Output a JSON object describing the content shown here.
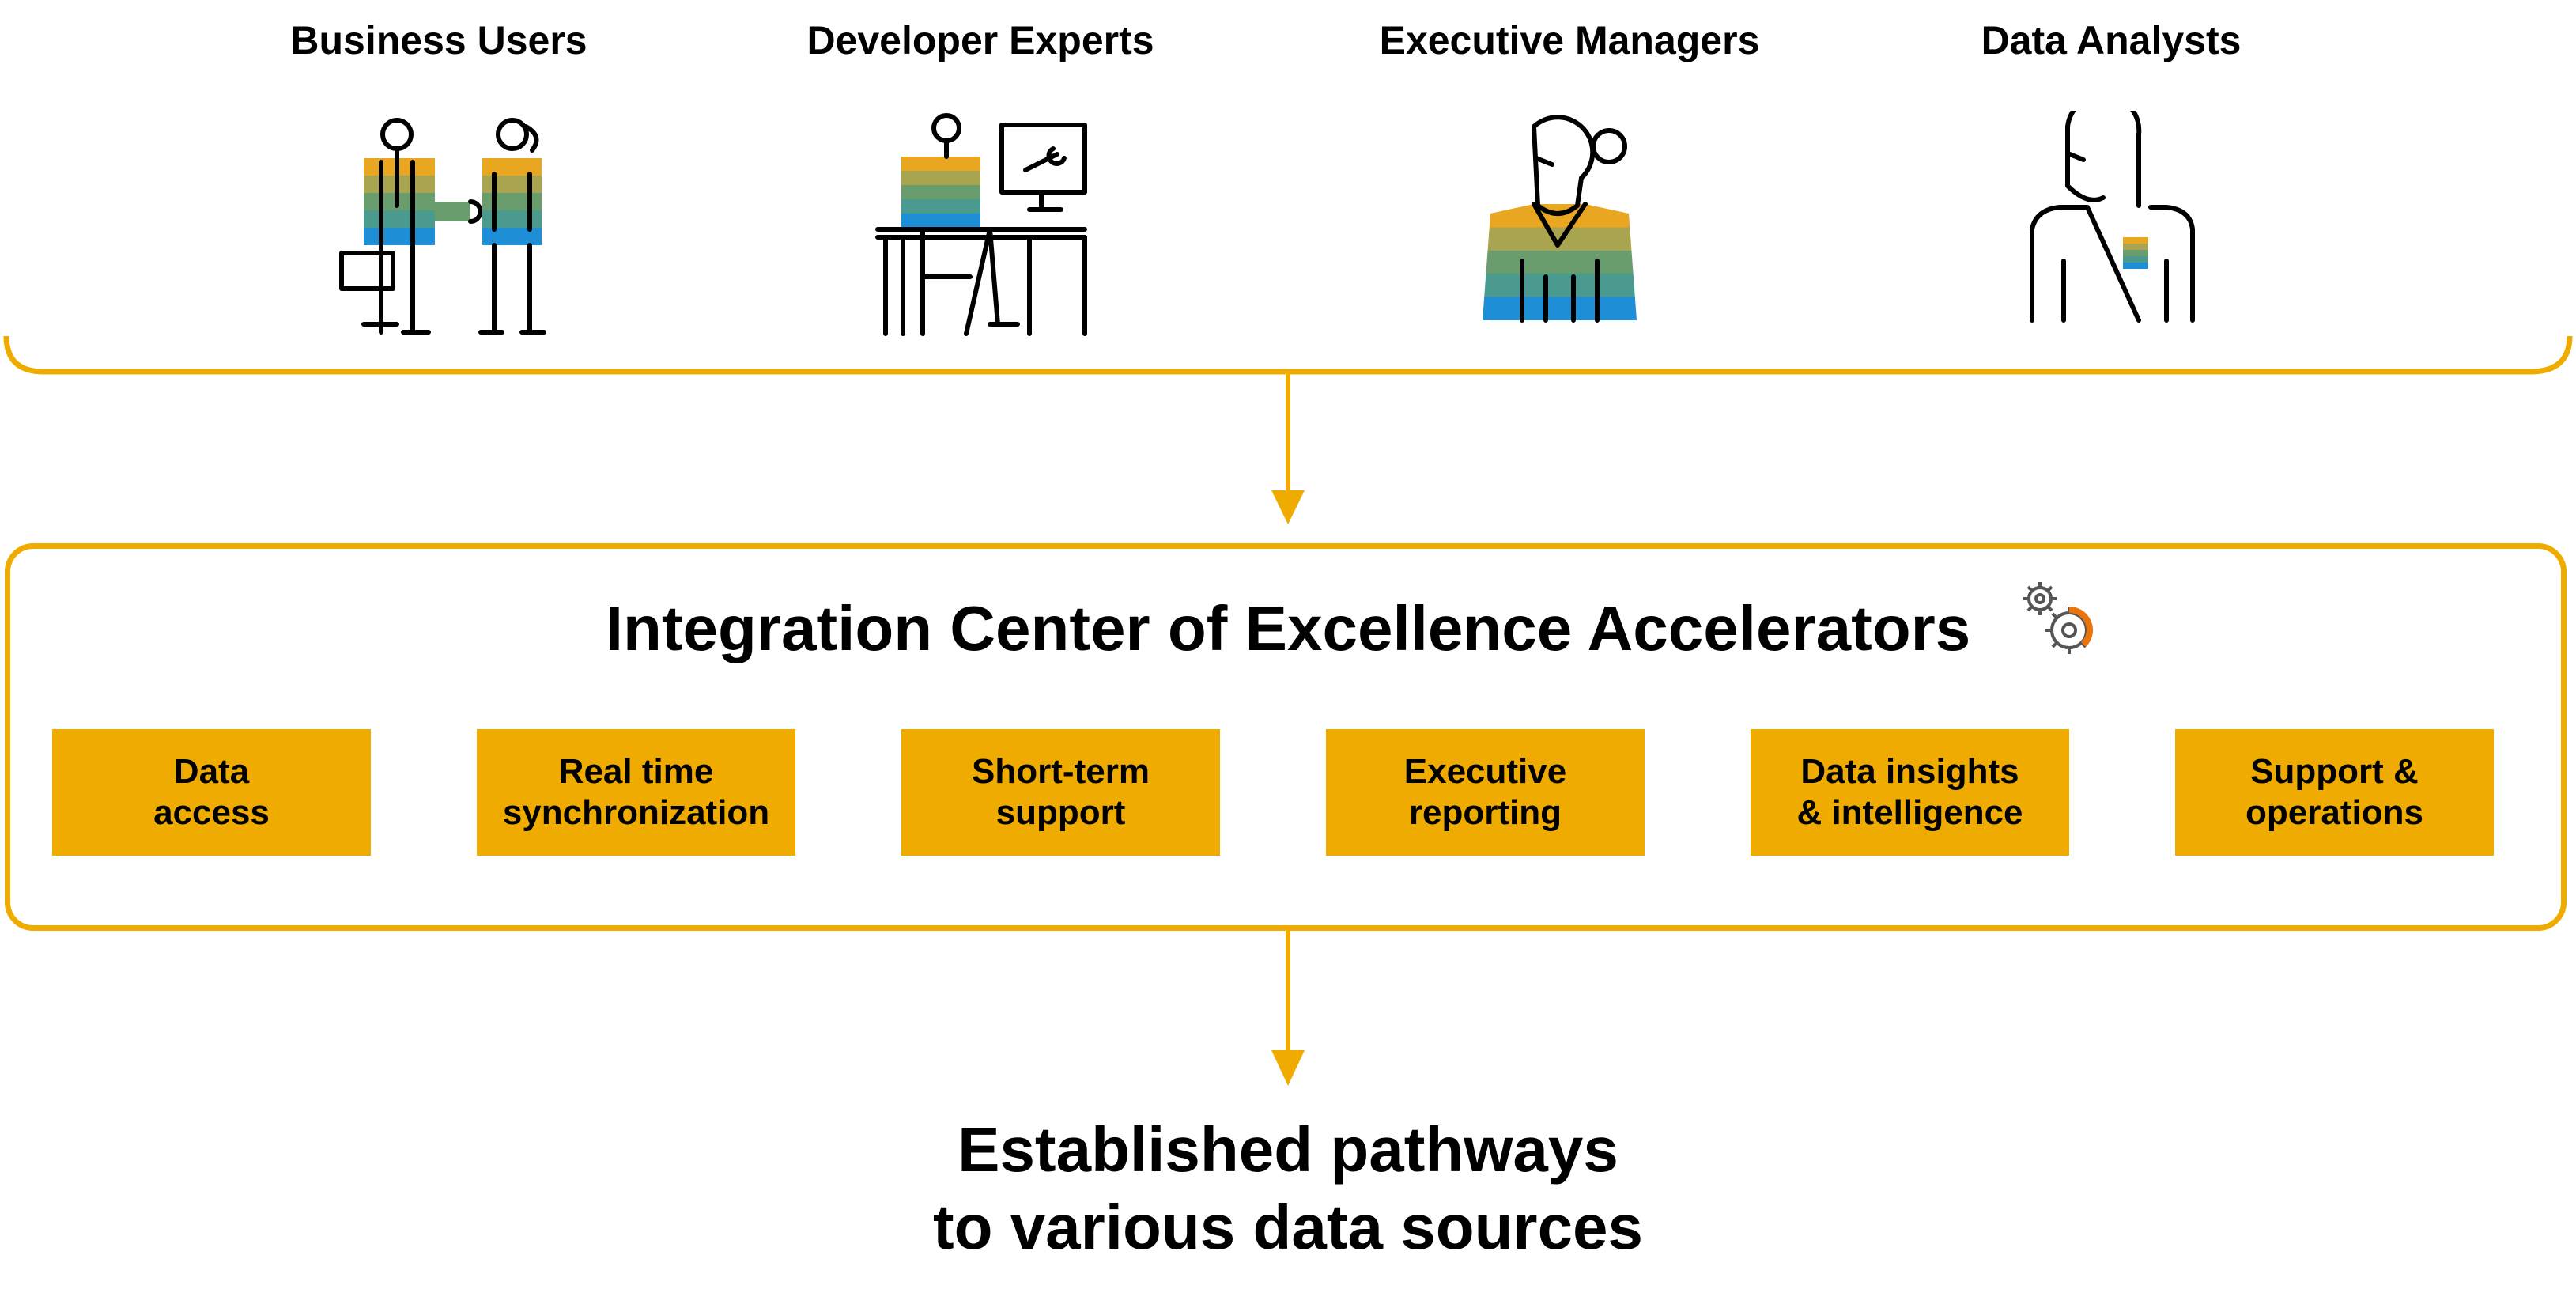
{
  "personas": [
    {
      "label": "Business Users",
      "icon": "business-users-icon"
    },
    {
      "label": "Developer Experts",
      "icon": "developer-expert-icon"
    },
    {
      "label": "Executive Managers",
      "icon": "executive-manager-icon"
    },
    {
      "label": "Data Analysts",
      "icon": "data-analyst-icon"
    }
  ],
  "coe": {
    "title": "Integration Center of Excellence Accelerators",
    "icon": "gears-icon",
    "accelerators": [
      {
        "label": "Data\naccess"
      },
      {
        "label": "Real time\nsynchronization"
      },
      {
        "label": "Short-term\nsupport"
      },
      {
        "label": "Executive\nreporting"
      },
      {
        "label": "Data insights\n& intelligence"
      },
      {
        "label": "Support &\noperations"
      }
    ]
  },
  "outcome": {
    "text": "Established pathways\nto various data sources"
  },
  "colors": {
    "accent": "#F0AB00",
    "stripe_gold": "#E8A621",
    "stripe_olive": "#A9A44F",
    "stripe_green": "#6A9D6E",
    "stripe_teal": "#4A9A8F",
    "stripe_blue": "#1E8FD6",
    "gear_orange": "#E9730C",
    "ink": "#000000"
  }
}
